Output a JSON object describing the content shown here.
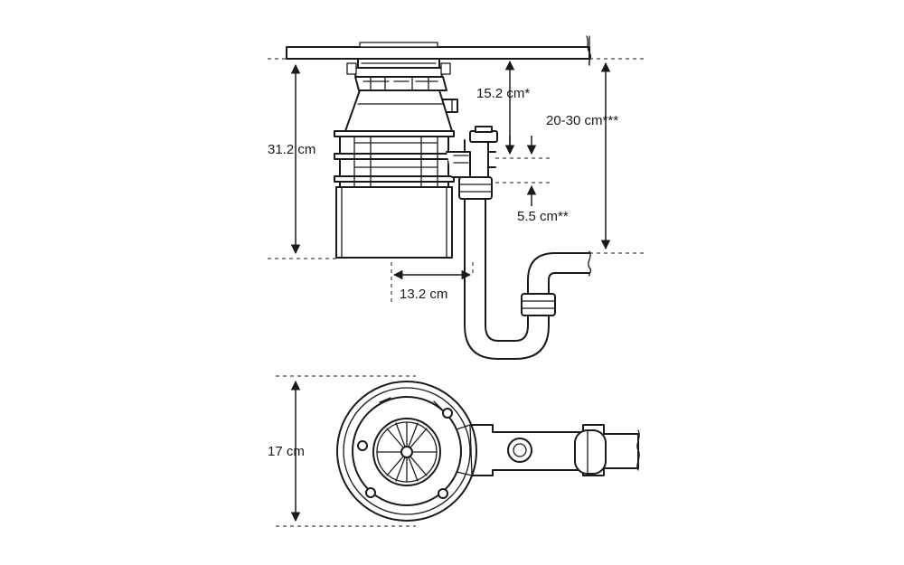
{
  "dimensions": {
    "height": "31.2 cm",
    "inlet_depth": "15.2 cm*",
    "trap_height": "20-30 cm***",
    "inlet_offset": "5.5 cm**",
    "outlet_offset": "13.2 cm",
    "diameter": "17 cm"
  },
  "colors": {
    "line": "#1a1a1a",
    "background": "#ffffff"
  }
}
